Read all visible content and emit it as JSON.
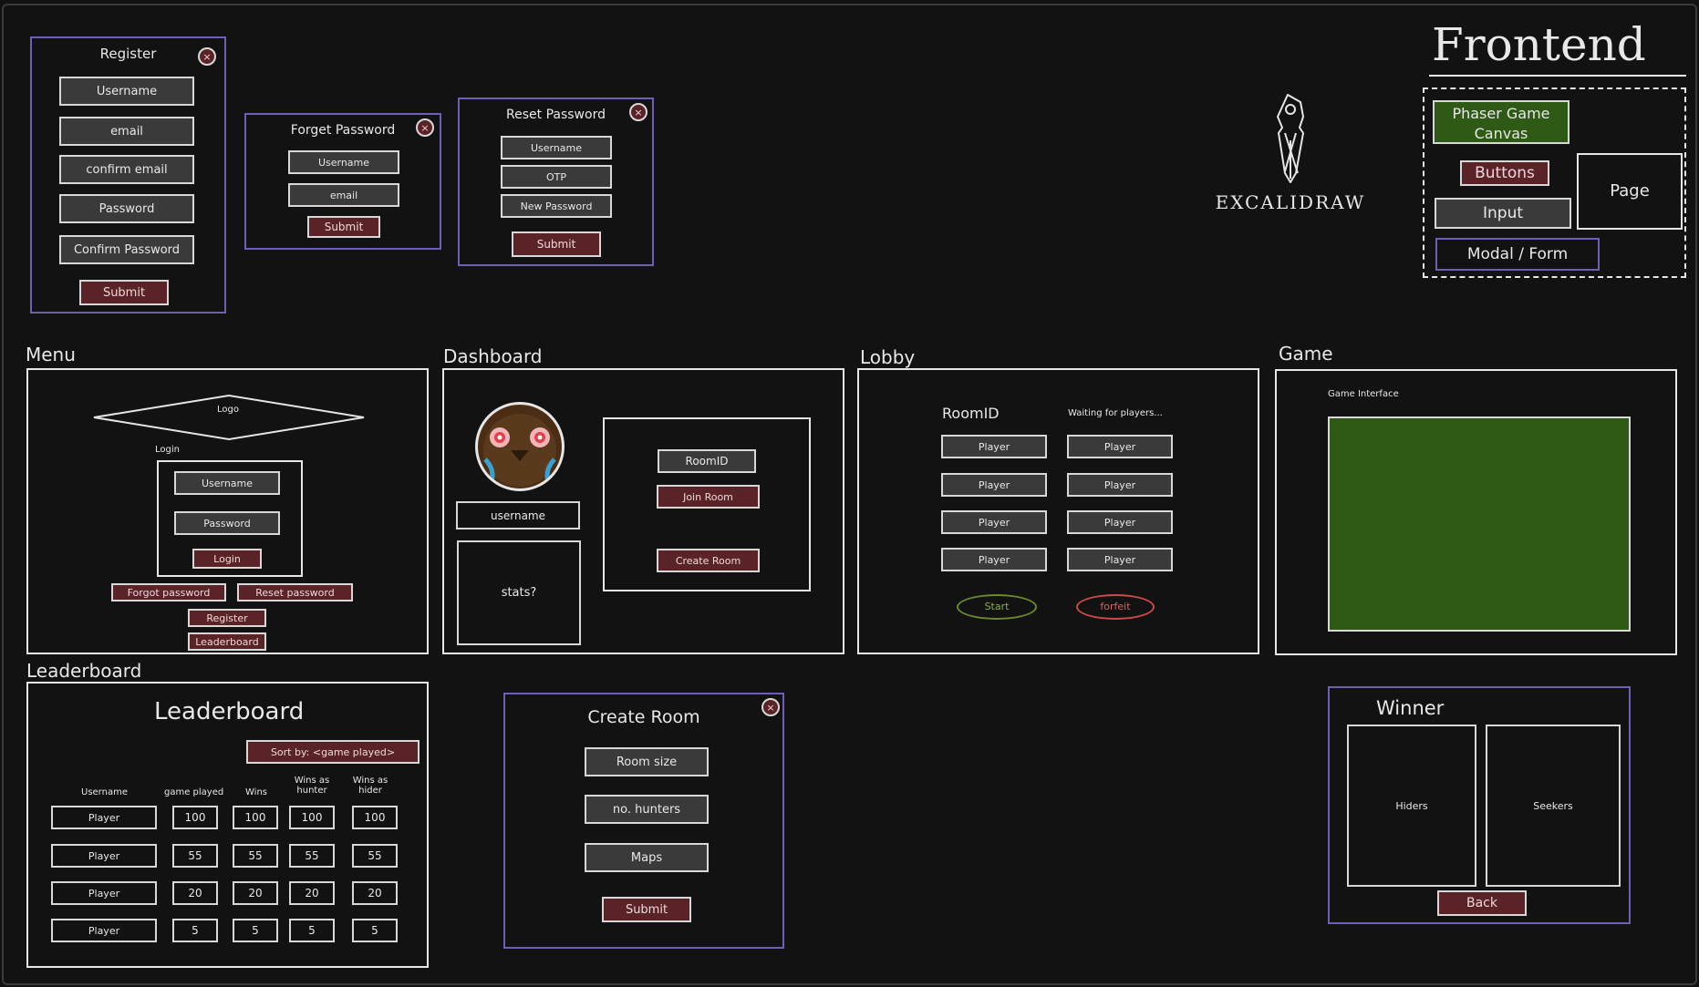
{
  "frontend_title": "Frontend",
  "excalidraw_logo": "EXCALIDRAW",
  "legend": {
    "phaser": "Phaser Game Canvas",
    "buttons": "Buttons",
    "input": "Input",
    "modal": "Modal / Form",
    "page": "Page"
  },
  "register": {
    "title": "Register",
    "close": "×",
    "fields": [
      "Username",
      "email",
      "confirm email",
      "Password",
      "Confirm Password"
    ],
    "submit": "Submit"
  },
  "forget_password": {
    "title": "Forget Password",
    "close": "×",
    "fields": [
      "Username",
      "email"
    ],
    "submit": "Submit"
  },
  "reset_password": {
    "title": "Reset Password",
    "close": "×",
    "fields": [
      "Username",
      "OTP",
      "New Password"
    ],
    "submit": "Submit"
  },
  "menu": {
    "title": "Menu",
    "logo": "Logo",
    "login_label": "Login",
    "username": "Username",
    "password": "Password",
    "login_btn": "Login",
    "forgot": "Forgot password",
    "reset": "Reset password",
    "register": "Register",
    "leaderboard": "Leaderboard"
  },
  "dashboard": {
    "title": "Dashboard",
    "username": "username",
    "stats": "stats?",
    "roomid": "RoomID",
    "join": "Join Room",
    "create": "Create Room"
  },
  "lobby": {
    "title": "Lobby",
    "roomid": "RoomID",
    "waiting": "Waiting for players...",
    "players_left": [
      "Player",
      "Player",
      "Player",
      "Player"
    ],
    "players_right": [
      "Player",
      "Player",
      "Player",
      "Player"
    ],
    "start": "Start",
    "forfeit": "forfeit"
  },
  "game": {
    "title": "Game",
    "interface": "Game Interface"
  },
  "leaderboard": {
    "section_title": "Leaderboard",
    "heading": "Leaderboard",
    "sort": "Sort by: <game played>",
    "columns": [
      "Username",
      "game played",
      "Wins",
      "Wins as hunter",
      "Wins as hider"
    ],
    "rows": [
      [
        "Player",
        "100",
        "100",
        "100",
        "100"
      ],
      [
        "Player",
        "55",
        "55",
        "55",
        "55"
      ],
      [
        "Player",
        "20",
        "20",
        "20",
        "20"
      ],
      [
        "Player",
        "5",
        "5",
        "5",
        "5"
      ]
    ]
  },
  "create_room": {
    "title": "Create Room",
    "close": "×",
    "fields": [
      "Room size",
      "no. hunters",
      "Maps"
    ],
    "submit": "Submit"
  },
  "winner": {
    "title": "Winner",
    "hiders": "Hiders",
    "seekers": "Seekers",
    "back": "Back"
  }
}
